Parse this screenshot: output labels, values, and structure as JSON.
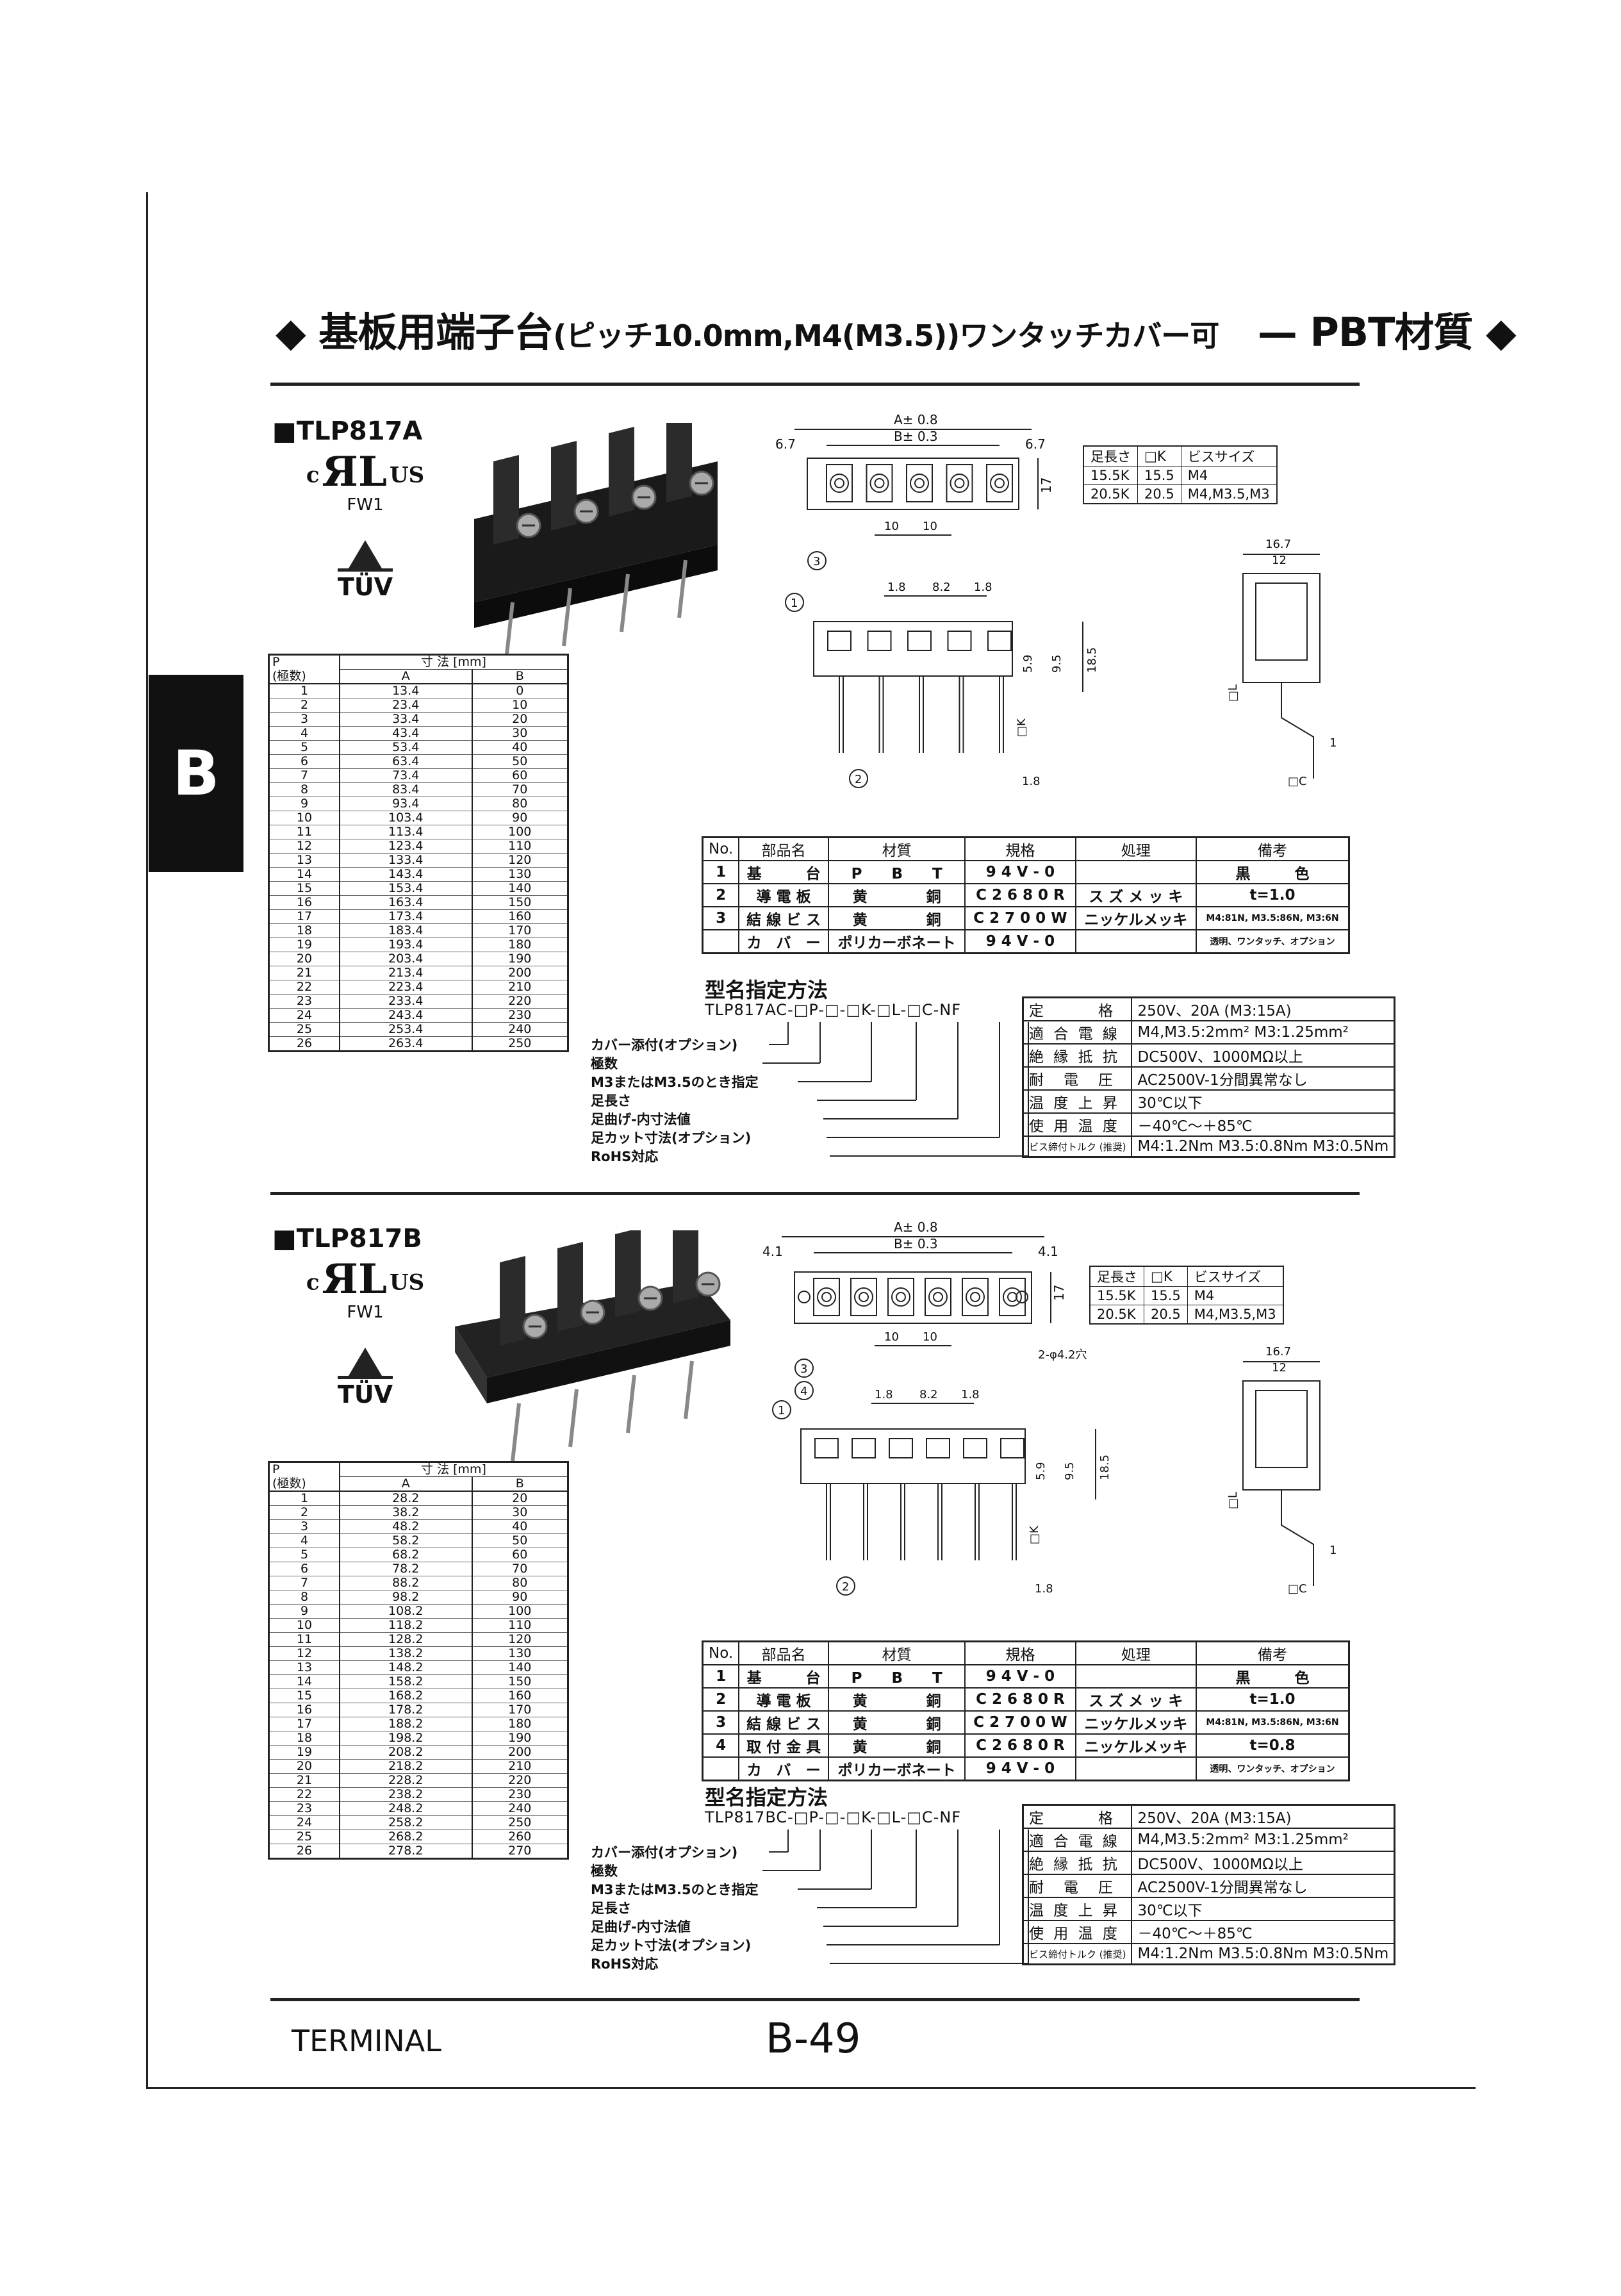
{
  "title": {
    "main": "◆ 基板用端子台",
    "sub": "(ピッチ10.0mm,M4(M3.5))ワンタッチカバー可",
    "suffix": "— PBT材質 ◆"
  },
  "section_tab": "B",
  "sections": [
    {
      "model": "■TLP817A",
      "cert": {
        "ul_c": "c",
        "ul_us": "US",
        "fw": "FW1",
        "tuv": "TÜV"
      },
      "drawing": {
        "a_dim": "A± 0.8",
        "b_dim": "B± 0.3",
        "side_left": "6.7",
        "side_right": "6.7",
        "pitch": [
          "10",
          "10"
        ],
        "height": "17",
        "circle1": "1",
        "circle2": "2",
        "circle3": "3",
        "d1": "1.8",
        "d2": "8.2",
        "d3": "1.8",
        "h1": "5.9",
        "h2": "9.5",
        "h3": "18.5",
        "k": "□K",
        "l": "□L",
        "c": "□C",
        "bot": "1.8",
        "w1": "16.7",
        "w2": "12",
        "one": "1"
      },
      "size_table": {
        "header": [
          "足長さ",
          "□K",
          "ビスサイズ"
        ],
        "rows": [
          [
            "15.5K",
            "15.5",
            "M4"
          ],
          [
            "20.5K",
            "20.5",
            "M4,M3.5,M3"
          ]
        ]
      },
      "dim_table": {
        "h_p": "P",
        "h_p2": "(極数)",
        "h_dim": "寸 法 [mm]",
        "h_a": "A",
        "h_b": "B",
        "rows": [
          [
            "1",
            "13.4",
            "0"
          ],
          [
            "2",
            "23.4",
            "10"
          ],
          [
            "3",
            "33.4",
            "20"
          ],
          [
            "4",
            "43.4",
            "30"
          ],
          [
            "5",
            "53.4",
            "40"
          ],
          [
            "6",
            "63.4",
            "50"
          ],
          [
            "7",
            "73.4",
            "60"
          ],
          [
            "8",
            "83.4",
            "70"
          ],
          [
            "9",
            "93.4",
            "80"
          ],
          [
            "10",
            "103.4",
            "90"
          ],
          [
            "11",
            "113.4",
            "100"
          ],
          [
            "12",
            "123.4",
            "110"
          ],
          [
            "13",
            "133.4",
            "120"
          ],
          [
            "14",
            "143.4",
            "130"
          ],
          [
            "15",
            "153.4",
            "140"
          ],
          [
            "16",
            "163.4",
            "150"
          ],
          [
            "17",
            "173.4",
            "160"
          ],
          [
            "18",
            "183.4",
            "170"
          ],
          [
            "19",
            "193.4",
            "180"
          ],
          [
            "20",
            "203.4",
            "190"
          ],
          [
            "21",
            "213.4",
            "200"
          ],
          [
            "22",
            "223.4",
            "210"
          ],
          [
            "23",
            "233.4",
            "220"
          ],
          [
            "24",
            "243.4",
            "230"
          ],
          [
            "25",
            "253.4",
            "240"
          ],
          [
            "26",
            "263.4",
            "250"
          ]
        ]
      },
      "parts_table": {
        "header": [
          "No.",
          "部品名",
          "材質",
          "規格",
          "処理",
          "備考"
        ],
        "rows": [
          [
            "1",
            "基　　　台",
            "P　　B　　T",
            "9 4 V - 0",
            "",
            "黒　　　色"
          ],
          [
            "2",
            "導 電 板",
            "黄　　　　銅",
            "C 2 6 8 0 R",
            "ス ズ メ ッ キ",
            "t=1.0"
          ],
          [
            "3",
            "結 線 ビ ス",
            "黄　　　　銅",
            "C 2 7 0 0 W",
            "ニッケルメッキ",
            "M4:81N, M3.5:86N, M3:6N"
          ],
          [
            "",
            "カ　バ　ー",
            "ポリカーボネート",
            "9 4 V - 0",
            "",
            "透明、ワンタッチ、オプション"
          ]
        ]
      },
      "model_code": {
        "heading": "型名指定方法",
        "code": "TLP817AC-□P-□-□K-□L-□C-NF",
        "labels": [
          "カバー添付(オプション)",
          "極数",
          "M3またはM3.5のとき指定",
          "足長さ",
          "足曲げ-内寸法値",
          "足カット寸法(オプション)",
          "RoHS対応"
        ]
      },
      "spec_table": {
        "rows": [
          [
            "定　　　格",
            "250V、20A (M3:15A)"
          ],
          [
            "適 合 電 線",
            "M4,M3.5:2mm² M3:1.25mm²"
          ],
          [
            "絶 縁 抵 抗",
            "DC500V、1000MΩ以上"
          ],
          [
            "耐　電　圧",
            "AC2500V-1分間異常なし"
          ],
          [
            "温 度 上 昇",
            "30℃以下"
          ],
          [
            "使 用 温 度",
            "－40℃～＋85℃"
          ],
          [
            "ビス締付トルク (推奨)",
            "M4:1.2Nm M3.5:0.8Nm M3:0.5Nm"
          ]
        ]
      }
    },
    {
      "model": "■TLP817B",
      "cert": {
        "ul_c": "c",
        "ul_us": "US",
        "fw": "FW1",
        "tuv": "TÜV"
      },
      "drawing": {
        "a_dim": "A± 0.8",
        "b_dim": "B± 0.3",
        "side_left": "4.1",
        "side_right": "4.1",
        "pitch": [
          "10",
          "10"
        ],
        "height": "17",
        "hole": "2-φ4.2穴",
        "circle1": "1",
        "circle2": "2",
        "circle3": "3",
        "circle4": "4",
        "d1": "1.8",
        "d2": "8.2",
        "d3": "1.8",
        "h1": "5.9",
        "h2": "9.5",
        "h3": "18.5",
        "k": "□K",
        "l": "□L",
        "c": "□C",
        "bot": "1.8",
        "w1": "16.7",
        "w2": "12",
        "one": "1"
      },
      "size_table": {
        "header": [
          "足長さ",
          "□K",
          "ビスサイズ"
        ],
        "rows": [
          [
            "15.5K",
            "15.5",
            "M4"
          ],
          [
            "20.5K",
            "20.5",
            "M4,M3.5,M3"
          ]
        ]
      },
      "dim_table": {
        "h_p": "P",
        "h_p2": "(極数)",
        "h_dim": "寸 法 [mm]",
        "h_a": "A",
        "h_b": "B",
        "rows": [
          [
            "1",
            "28.2",
            "20"
          ],
          [
            "2",
            "38.2",
            "30"
          ],
          [
            "3",
            "48.2",
            "40"
          ],
          [
            "4",
            "58.2",
            "50"
          ],
          [
            "5",
            "68.2",
            "60"
          ],
          [
            "6",
            "78.2",
            "70"
          ],
          [
            "7",
            "88.2",
            "80"
          ],
          [
            "8",
            "98.2",
            "90"
          ],
          [
            "9",
            "108.2",
            "100"
          ],
          [
            "10",
            "118.2",
            "110"
          ],
          [
            "11",
            "128.2",
            "120"
          ],
          [
            "12",
            "138.2",
            "130"
          ],
          [
            "13",
            "148.2",
            "140"
          ],
          [
            "14",
            "158.2",
            "150"
          ],
          [
            "15",
            "168.2",
            "160"
          ],
          [
            "16",
            "178.2",
            "170"
          ],
          [
            "17",
            "188.2",
            "180"
          ],
          [
            "18",
            "198.2",
            "190"
          ],
          [
            "19",
            "208.2",
            "200"
          ],
          [
            "20",
            "218.2",
            "210"
          ],
          [
            "21",
            "228.2",
            "220"
          ],
          [
            "22",
            "238.2",
            "230"
          ],
          [
            "23",
            "248.2",
            "240"
          ],
          [
            "24",
            "258.2",
            "250"
          ],
          [
            "25",
            "268.2",
            "260"
          ],
          [
            "26",
            "278.2",
            "270"
          ]
        ]
      },
      "parts_table": {
        "header": [
          "No.",
          "部品名",
          "材質",
          "規格",
          "処理",
          "備考"
        ],
        "rows": [
          [
            "1",
            "基　　　台",
            "P　　B　　T",
            "9 4 V - 0",
            "",
            "黒　　　色"
          ],
          [
            "2",
            "導 電 板",
            "黄　　　　銅",
            "C 2 6 8 0 R",
            "ス ズ メ ッ キ",
            "t=1.0"
          ],
          [
            "3",
            "結 線 ビ ス",
            "黄　　　　銅",
            "C 2 7 0 0 W",
            "ニッケルメッキ",
            "M4:81N, M3.5:86N, M3:6N"
          ],
          [
            "4",
            "取 付 金 具",
            "黄　　　　銅",
            "C 2 6 8 0 R",
            "ニッケルメッキ",
            "t=0.8"
          ],
          [
            "",
            "カ　バ　ー",
            "ポリカーボネート",
            "9 4 V - 0",
            "",
            "透明、ワンタッチ、オプション"
          ]
        ]
      },
      "model_code": {
        "heading": "型名指定方法",
        "code": "TLP817BC-□P-□-□K-□L-□C-NF",
        "labels": [
          "カバー添付(オプション)",
          "極数",
          "M3またはM3.5のとき指定",
          "足長さ",
          "足曲げ-内寸法値",
          "足カット寸法(オプション)",
          "RoHS対応"
        ]
      },
      "spec_table": {
        "rows": [
          [
            "定　　　格",
            "250V、20A (M3:15A)"
          ],
          [
            "適 合 電 線",
            "M4,M3.5:2mm² M3:1.25mm²"
          ],
          [
            "絶 縁 抵 抗",
            "DC500V、1000MΩ以上"
          ],
          [
            "耐　電　圧",
            "AC2500V-1分間異常なし"
          ],
          [
            "温 度 上 昇",
            "30℃以下"
          ],
          [
            "使 用 温 度",
            "－40℃～＋85℃"
          ],
          [
            "ビス締付トルク (推奨)",
            "M4:1.2Nm M3.5:0.8Nm M3:0.5Nm"
          ]
        ]
      }
    }
  ],
  "footer": {
    "left": "TERMINAL",
    "page": "B-49"
  }
}
